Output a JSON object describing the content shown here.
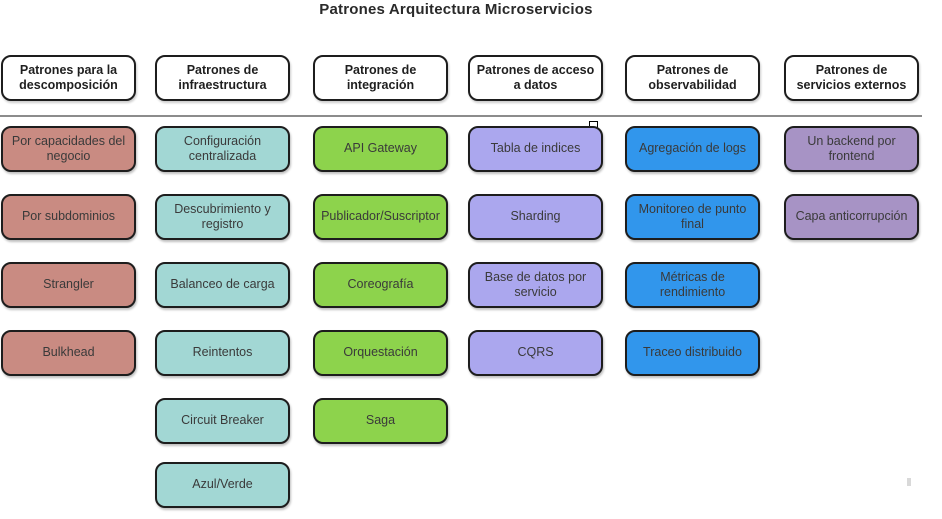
{
  "title": "Patrones Arquitectura Microservicios",
  "style": {
    "node_border_color": "#1d1d1d",
    "header_fill": "#ffffff",
    "divider_color": "#8c8c8c"
  },
  "selection": {
    "handle_on_item": "Tabla de indices",
    "handle_icon": "square-handle"
  },
  "columns": [
    {
      "header": "Patrones para la descomposición",
      "color": "#c98b82",
      "items": [
        "Por capacidades del negocio",
        "Por subdominios",
        "Strangler",
        "Bulkhead"
      ]
    },
    {
      "header": "Patrones de infraestructura",
      "color": "#a2d7d4",
      "items": [
        "Configuración centralizada",
        "Descubrimiento y registro",
        "Balanceo de carga",
        "Reintentos",
        "Circuit Breaker",
        "Azul/Verde"
      ]
    },
    {
      "header": "Patrones de integración",
      "color": "#8dd34c",
      "items": [
        "API Gateway",
        "Publicador/Suscriptor",
        "Coreografía",
        "Orquestación",
        "Saga"
      ]
    },
    {
      "header": "Patrones de acceso a datos",
      "color": "#aba7ee",
      "items": [
        "Tabla de indices",
        "Sharding",
        "Base de datos por servicio",
        "CQRS"
      ]
    },
    {
      "header": "Patrones de observabilidad",
      "color": "#3196ec",
      "items": [
        "Agregación de logs",
        "Monitoreo de punto final",
        "Métricas de rendimiento",
        "Traceo distribuido"
      ]
    },
    {
      "header": "Patrones de servicios externos",
      "color": "#a793c5",
      "items": [
        "Un backend por frontend",
        "Capa anticorrupción"
      ]
    }
  ]
}
